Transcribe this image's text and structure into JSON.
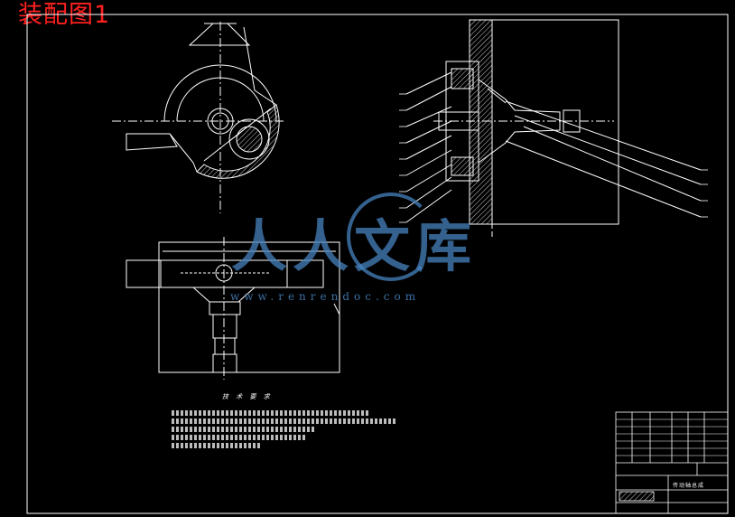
{
  "header": {
    "title": "装配图1"
  },
  "watermark": {
    "text_cn": "人人文库",
    "url": "www.renrendoc.com",
    "color": "#4682be"
  },
  "colors": {
    "background": "#000000",
    "line": "#ffffff",
    "title": "#ff2020",
    "center_line": "#ffffff"
  },
  "notes": {
    "heading": "技 术 要 求"
  },
  "title_block": {
    "drawing_name": "传动轴总成"
  }
}
